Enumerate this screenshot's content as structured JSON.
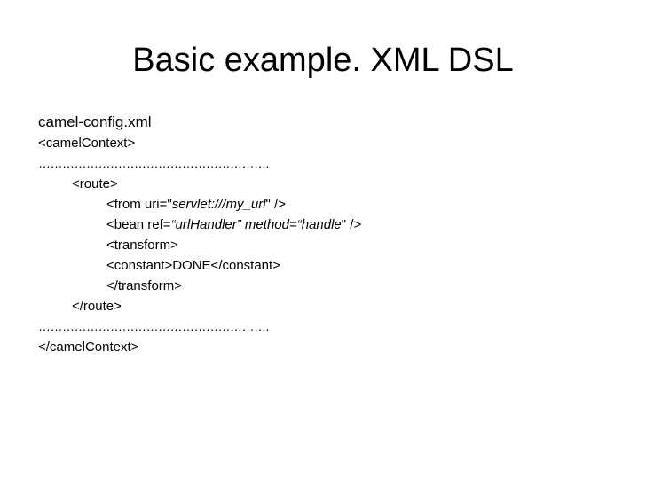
{
  "slide": {
    "title": "Basic example. XML DSL",
    "filename": "camel-config.xml",
    "lines": {
      "camel_context_open": "<camelContext>",
      "ellipsis_top": "………………………………………………….",
      "route_open": "<route>",
      "from_prefix": "<from uri=\"",
      "from_uri": "servlet:///my_url",
      "from_suffix": "\" />",
      "bean_prefix": "<bean ref=",
      "bean_ref": "“urlHandler”",
      "bean_method_label": " method=",
      "bean_method": "“handle",
      "bean_suffix": "\" />",
      "transform_open": "<transform>",
      "constant": "<constant>DONE</constant>",
      "transform_close": "</transform>",
      "route_close": "</route>",
      "ellipsis_bottom": "………………………………………………….",
      "camel_context_close": "</camelContext>"
    }
  }
}
